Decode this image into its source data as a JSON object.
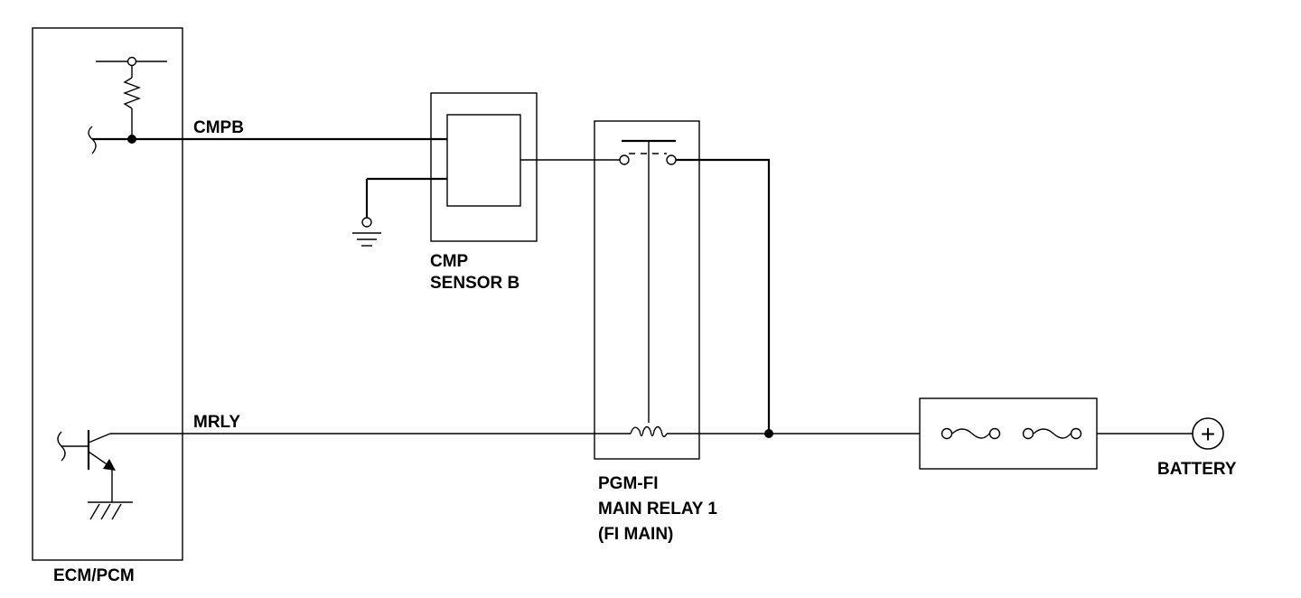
{
  "components": {
    "ecm": {
      "label": "ECM/PCM"
    },
    "cmp_sensor": {
      "label_line1": "CMP",
      "label_line2": "SENSOR B"
    },
    "relay": {
      "label_line1": "PGM-FI",
      "label_line2": "MAIN RELAY 1",
      "label_line3": "(FI MAIN)"
    },
    "battery": {
      "label": "BATTERY",
      "symbol": "+"
    }
  },
  "wires": {
    "cmpb": {
      "label": "CMPB"
    },
    "mrly": {
      "label": "MRLY"
    }
  }
}
